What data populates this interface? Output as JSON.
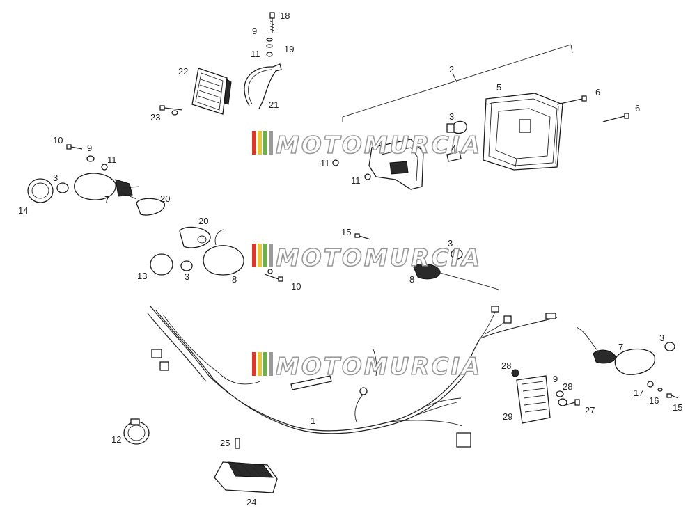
{
  "watermark": {
    "text": "MOTOMURCIA",
    "stripe_colors": [
      "#d43b2f",
      "#e8c53a",
      "#6fae4a",
      "#9a9a9a"
    ]
  },
  "labels": {
    "p1": "1",
    "p2": "2",
    "p3a": "3",
    "p3b": "3",
    "p3c": "3",
    "p3d": "3",
    "p3e": "3",
    "p4": "4",
    "p5": "5",
    "p6a": "6",
    "p6b": "6",
    "p7a": "7",
    "p7b": "7",
    "p8a": "8",
    "p8b": "8",
    "p9a": "9",
    "p9b": "9",
    "p9c": "9",
    "p10a": "10",
    "p10b": "10",
    "p11a": "11",
    "p11b": "11",
    "p11c": "11",
    "p11d": "11",
    "p12": "12",
    "p13": "13",
    "p14": "14",
    "p15a": "15",
    "p15b": "15",
    "p16": "16",
    "p17": "17",
    "p18": "18",
    "p19": "19",
    "p20a": "20",
    "p20b": "20",
    "p21": "21",
    "p22": "22",
    "p23": "23",
    "p24": "24",
    "p25": "25",
    "p27": "27",
    "p28a": "28",
    "p28b": "28",
    "p29": "29"
  }
}
